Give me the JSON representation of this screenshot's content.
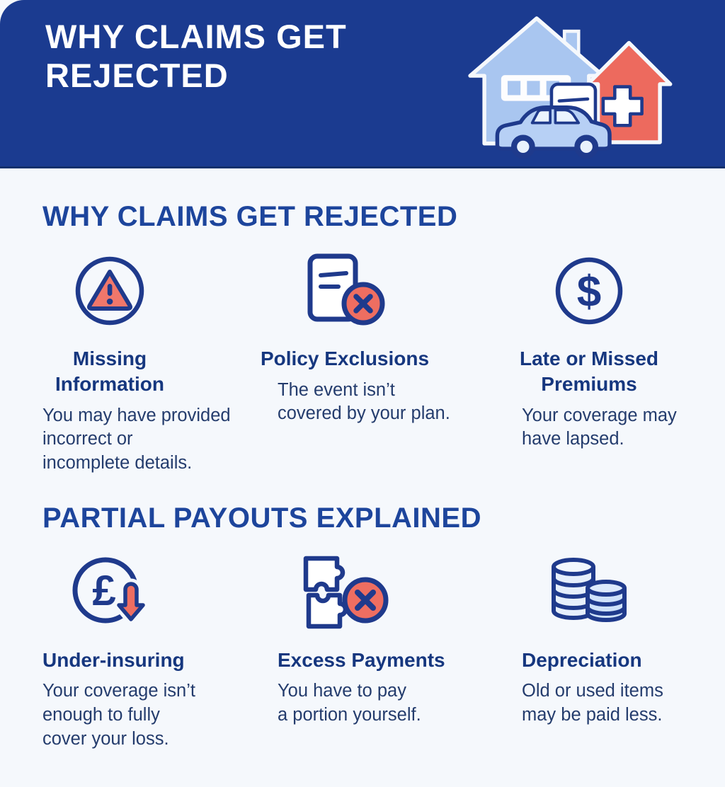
{
  "header": {
    "title": "WHY CLAIMS GET\nREJECTED",
    "illustration": "house-car-document-medical-cross-illustration"
  },
  "sections": [
    {
      "heading": "WHY CLAIMS GET REJECTED",
      "cards": [
        {
          "icon": "warning-triangle-icon",
          "title": "Missing\nInformation",
          "body": "You may have provided\nincorrect or\nincomplete details."
        },
        {
          "icon": "rejected-document-icon",
          "title": "Policy Exclusions",
          "body": "The event isn’t\ncovered by your plan."
        },
        {
          "icon": "dollar-coin-icon",
          "title": "Late or Missed\nPremiums",
          "body": "Your coverage may\nhave lapsed."
        }
      ]
    },
    {
      "heading": "PARTIAL PAYOUTS EXPLAINED",
      "cards": [
        {
          "icon": "pound-decrease-icon",
          "title": "Under-insuring",
          "body": "Your coverage isn’t\nenough to fully\ncover your loss."
        },
        {
          "icon": "puzzle-rejected-icon",
          "title": "Excess Payments",
          "body": "You have to pay\na portion yourself."
        },
        {
          "icon": "coin-stacks-icon",
          "title": "Depreciation",
          "body": "Old or used items\nmay be paid less."
        }
      ]
    }
  ],
  "colors": {
    "header_background": "#1b3b90",
    "section_heading": "#1d459c",
    "card_title": "#16377f",
    "body_text": "#243c6d",
    "navy_outline": "#1f3a8c",
    "coral": "#ee6e61",
    "coral_fill": "#f0776b",
    "light_blue": "#a9c6f0",
    "pale_blue": "#d6e6fa",
    "page_background": "#f5f8fc"
  }
}
